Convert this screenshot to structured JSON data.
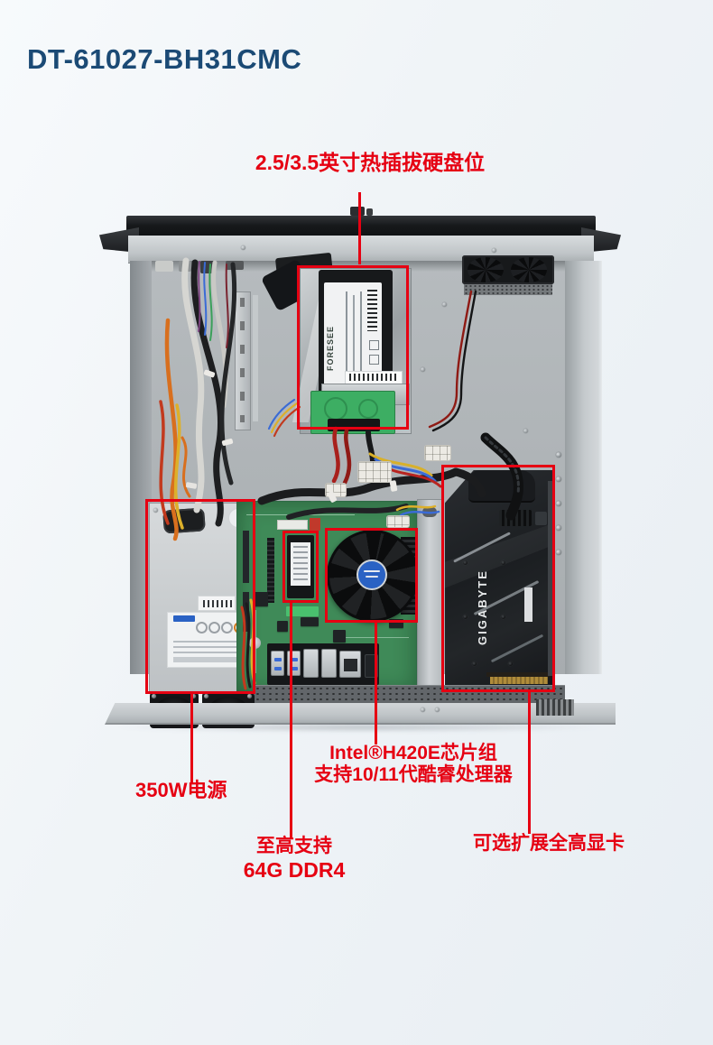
{
  "title": "DT-61027-BH31CMC",
  "annotations": {
    "hdd_bay": "2.5/3.5英寸热插拔硬盘位",
    "psu": "350W电源",
    "memory_line1": "至高支持",
    "memory_line2": "64G DDR4",
    "chipset_line1": "Intel®H420E芯片组",
    "chipset_line2": "支持10/11代酷睿处理器",
    "gpu": "可选扩展全高显卡"
  },
  "photo_text": {
    "gpu_brand": "GIGABYTE",
    "ssd_brand": "FORESEE"
  },
  "colors": {
    "annotation_red": "#e60012",
    "title_blue": "#1b4a75"
  }
}
